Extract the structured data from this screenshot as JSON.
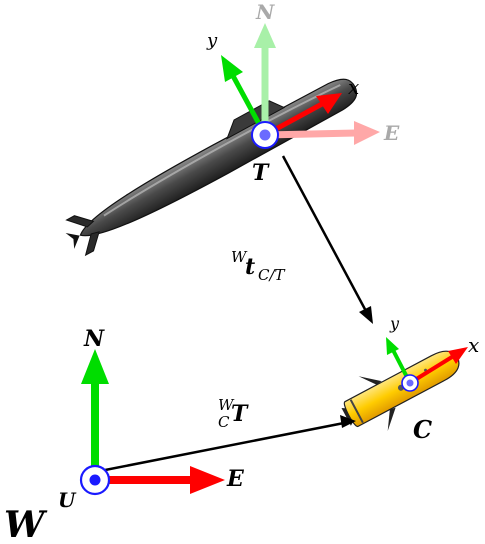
{
  "frames": {
    "target": {
      "label": "T",
      "axis_x": "x",
      "axis_y": "y",
      "north": "N",
      "east": "E"
    },
    "chaser": {
      "label": "C",
      "axis_x": "x",
      "axis_y": "y"
    },
    "world": {
      "label": "W",
      "origin_label": "U",
      "north": "N",
      "east": "E"
    }
  },
  "vectors": {
    "translation": {
      "superscript": "W",
      "symbol": "t",
      "subscript": "C/T"
    },
    "transform": {
      "superscript": "W",
      "subscript": "C",
      "symbol": "T"
    }
  },
  "colors": {
    "x_axis": "#ff0000",
    "y_axis": "#00dd00",
    "north_faded": "#a8f0a8",
    "east_faded": "#ffa8a8",
    "origin_ring": "#1a1aff",
    "submarine": "#4a4a4a",
    "auv": "#ffcc00"
  }
}
